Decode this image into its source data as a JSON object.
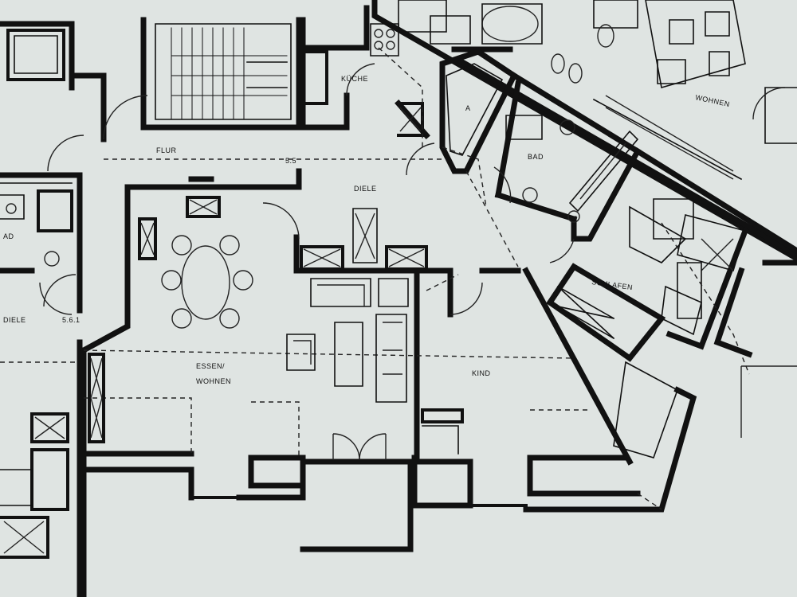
{
  "labels": {
    "kueche": "KÜCHE",
    "flur": "FLUR",
    "flur_code": "5.5",
    "diele_main": "DIELE",
    "bad_right": "BAD",
    "a_mark": "A",
    "schlafen": "SCHLAFEN",
    "wohnen_top": "WOHNEN",
    "essen_line1": "ESSEN/",
    "essen_line2": "WOHNEN",
    "kind": "KIND",
    "bad_left": "AD",
    "diele_left": "DIELE",
    "left_code": "5.6.1"
  },
  "colors": {
    "paper": "#dfe4e2",
    "ink": "#111111"
  }
}
